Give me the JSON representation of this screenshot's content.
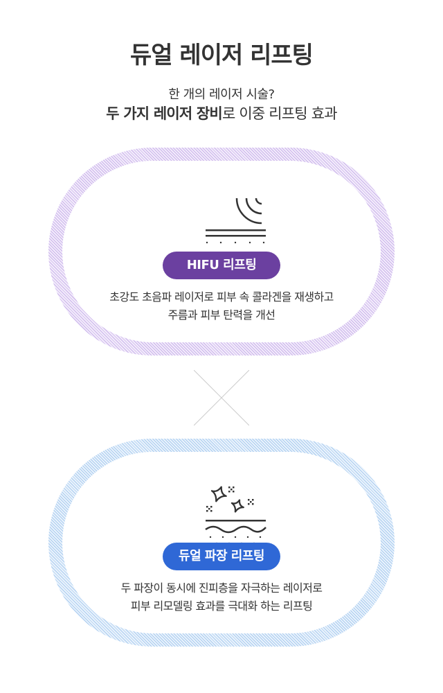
{
  "header": {
    "title": "듀얼 레이저 리프팅",
    "subtitle_line1": "한 개의 레이저 시술?",
    "subtitle_bold": "두 가지 레이저 장비",
    "subtitle_rest": "로 이중 리프팅 효과"
  },
  "cards": [
    {
      "icon": "ultrasound-wave-icon",
      "label": "HIFU 리프팅",
      "desc_line1": "초강도 초음파 레이저로 피부 속 콜라겐을 재생하고",
      "desc_line2": "주름과 피부 탄력을 개선",
      "accent": "#6b40a0"
    },
    {
      "icon": "sparkle-skin-icon",
      "label": "듀얼 파장 리프팅",
      "desc_line1": "두 파장이 동시에 진피층을 자극하는 레이저로",
      "desc_line2": "피부 리모델링 효과를 극대화 하는 리프팅",
      "accent": "#2f68d6"
    }
  ]
}
